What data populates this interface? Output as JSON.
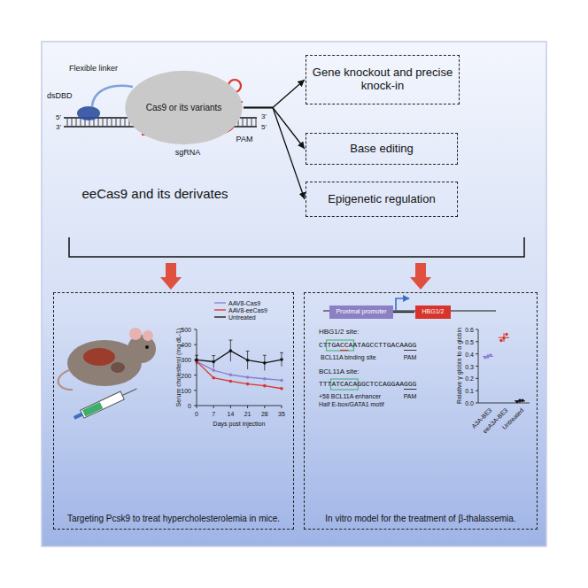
{
  "diagram": {
    "nodes": [
      {
        "text": [
          "Cas9 or its variants"
        ]
      },
      {
        "text": [
          "Gene knockout and precise knock-in"
        ]
      },
      {
        "text": [
          "Base editing"
        ]
      },
      {
        "text": [
          "Epigenetic regulation"
        ]
      },
      {
        "text": [
          "Targeting Pcsk9 to treat hypercholesterolemia in mice."
        ]
      },
      {
        "text": [
          "In vitro model for the treatment of β-thalassemia."
        ]
      },
      {
        "text": [
          "Proximal promoter"
        ],
        "in": 5
      },
      {
        "text": [
          "HBG1/2"
        ],
        "in": 5
      }
    ],
    "edges": [
      {
        "from": 0,
        "to": 1,
        "arrow": "to"
      },
      {
        "from": 0,
        "to": 2,
        "arrow": "to"
      },
      {
        "from": 0,
        "to": 3,
        "arrow": "to"
      },
      {
        "from": 6,
        "to": 7,
        "arrow": "none"
      }
    ],
    "labels": [
      "Flexible linker",
      "dsDBD",
      "5'",
      "3'",
      "PAM",
      "3'",
      "5'",
      "sgRNA",
      "eeCas9 and its derivates",
      "Serum cholesterol (mg dL-1)",
      "0",
      "100",
      "200",
      "300",
      "400",
      "500",
      "0",
      "7",
      "14",
      "21",
      "28",
      "35",
      "Days post injection",
      "HBG1/2 site:",
      "CTTGACCAATAGCCTTGACAAGG",
      "BCL11A binding site",
      "PAM",
      "BCL11A site:",
      "TTTATCACAGGCTCCAGGAAGGG",
      "+58 BCL11A enhancer",
      "Half E-box/GATA1 motif",
      "PAM",
      "Relative γ globin to α globin",
      "0.0",
      "0.1",
      "0.2",
      "0.3",
      "0.4",
      "0.5",
      "0.6",
      "A3A-BE3",
      "eeA3A-BE3",
      "Untreated"
    ],
    "legend": [
      {
        "text": "AAV8-Cas9"
      },
      {
        "text": "AAV8-eeCas9"
      },
      {
        "text": "Untreated"
      }
    ]
  }
}
